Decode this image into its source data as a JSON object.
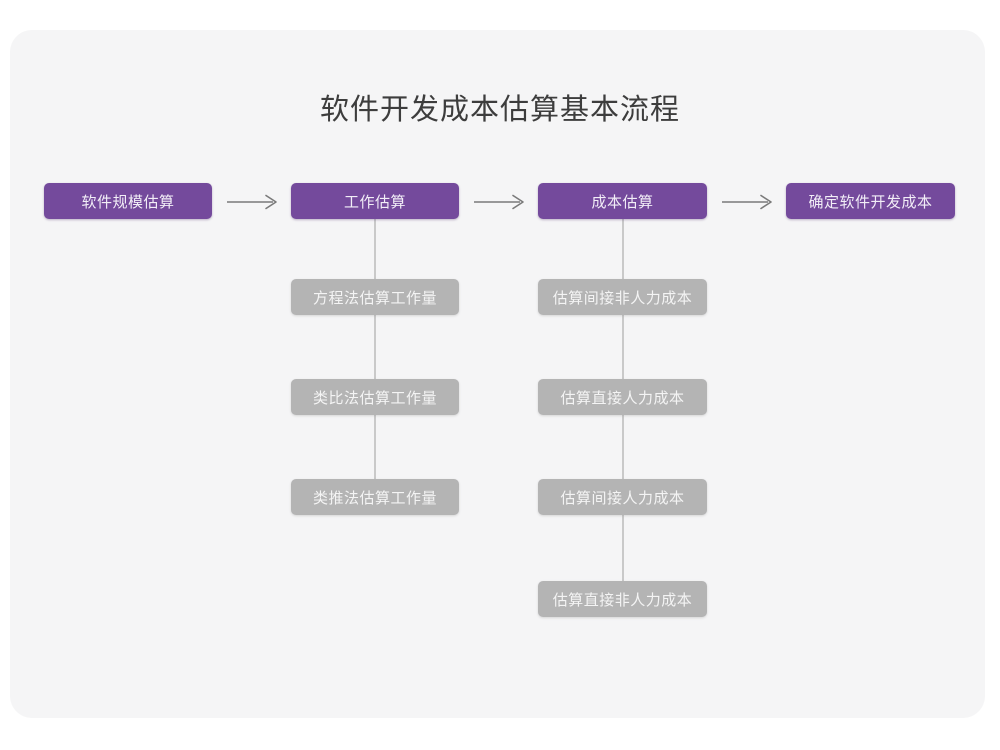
{
  "title": "软件开发成本估算基本流程",
  "colors": {
    "page_background": "#ffffff",
    "card_background": "#f5f5f6",
    "primary_node": "#744a9c",
    "primary_node_text": "#f2eef7",
    "secondary_node": "#b4b4b4",
    "secondary_node_text": "#f4f4f4",
    "connector": "#c9c9c9",
    "arrow": "#7a7a7a",
    "title_text": "#3d3d3d"
  },
  "chart_data": {
    "type": "diagram",
    "title": "软件开发成本估算基本流程",
    "stages": [
      {
        "label": "软件规模估算",
        "children": []
      },
      {
        "label": "工作估算",
        "children": [
          "方程法估算工作量",
          "类比法估算工作量",
          "类推法估算工作量"
        ]
      },
      {
        "label": "成本估算",
        "children": [
          "估算间接非人力成本",
          "估算直接人力成本",
          "估算间接人力成本",
          "估算直接非人力成本"
        ]
      },
      {
        "label": "确定软件开发成本",
        "children": []
      }
    ],
    "connectors": [
      {
        "from": "软件规模估算",
        "to": "工作估算",
        "kind": "arrow"
      },
      {
        "from": "工作估算",
        "to": "成本估算",
        "kind": "arrow"
      },
      {
        "from": "成本估算",
        "to": "确定软件开发成本",
        "kind": "arrow"
      }
    ]
  },
  "flow": {
    "stages": [
      {
        "label": "软件规模估算"
      },
      {
        "label": "工作估算"
      },
      {
        "label": "成本估算"
      },
      {
        "label": "确定软件开发成本"
      }
    ],
    "column_a": [
      {
        "label": "方程法估算工作量"
      },
      {
        "label": "类比法估算工作量"
      },
      {
        "label": "类推法估算工作量"
      }
    ],
    "column_b": [
      {
        "label": "估算间接非人力成本"
      },
      {
        "label": "估算直接人力成本"
      },
      {
        "label": "估算间接人力成本"
      },
      {
        "label": "估算直接非人力成本"
      }
    ]
  }
}
